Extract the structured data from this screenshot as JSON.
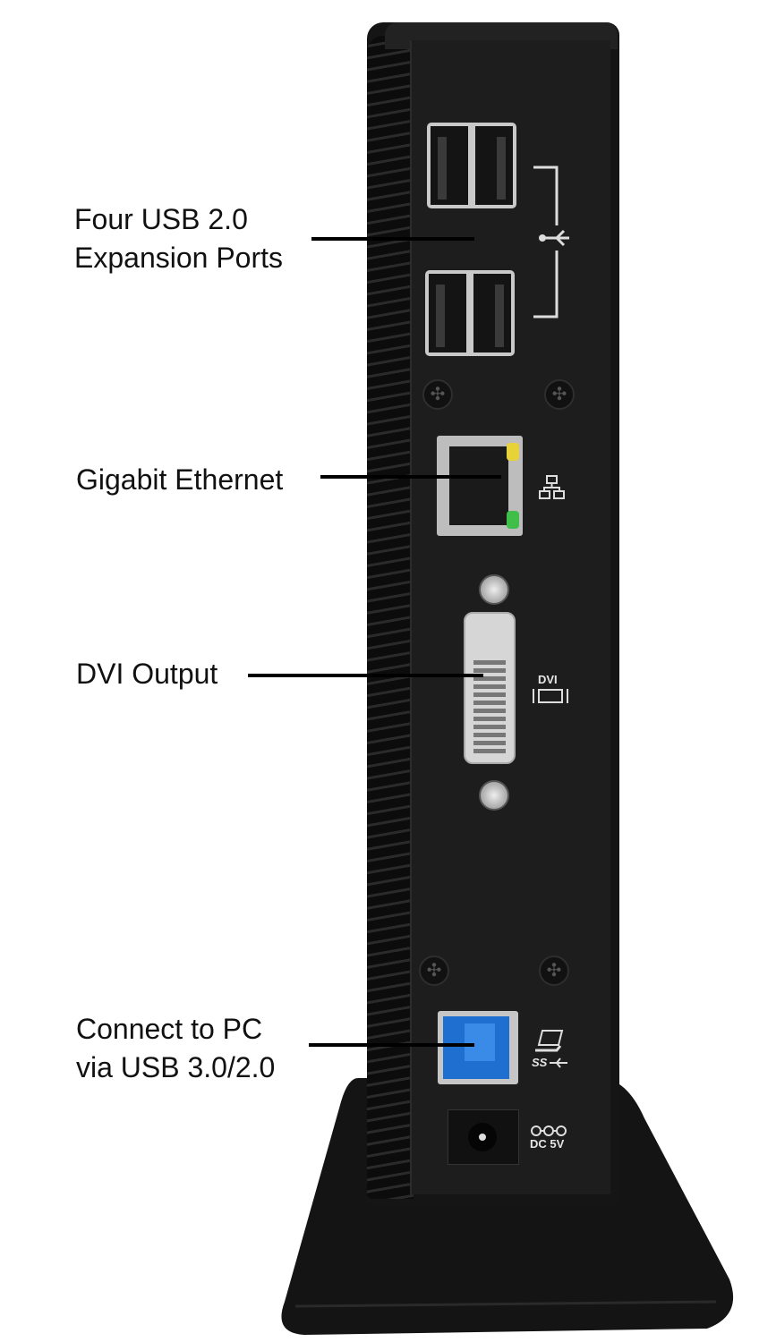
{
  "callouts": {
    "usb_expansion": {
      "line1": "Four USB 2.0",
      "line2": "Expansion Ports"
    },
    "ethernet": {
      "label": "Gigabit Ethernet"
    },
    "dvi": {
      "label": "DVI Output"
    },
    "upstream": {
      "line1": "Connect to PC",
      "line2": "via USB 3.0/2.0"
    }
  },
  "panel_markings": {
    "dvi": "DVI",
    "superspeed": "SS",
    "power": "DC 5V"
  },
  "colors": {
    "device": "#151515",
    "usb3_blue": "#1f6fd1",
    "led_yellow": "#e8d23a",
    "led_green": "#3fbf4a"
  }
}
